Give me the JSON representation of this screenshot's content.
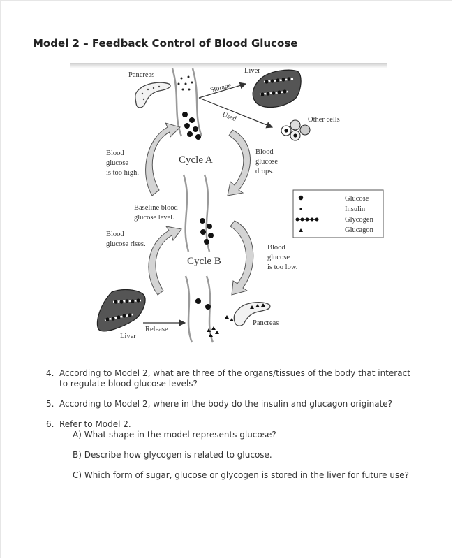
{
  "title": "Model 2 – Feedback Control of Blood Glucose",
  "figure": {
    "pancreas_top": "Pancreas",
    "liver_top": "Liver",
    "storage": "Storage",
    "used": "Used",
    "other_cells": "Other cells",
    "blood_glucose_high": [
      "Blood",
      "glucose",
      "is too high."
    ],
    "cycle_a": "Cycle A",
    "blood_glucose_drops": [
      "Blood",
      "glucose",
      "drops."
    ],
    "baseline": [
      "Baseline blood",
      "glucose level."
    ],
    "blood_glucose_rises": [
      "Blood",
      "glucose rises."
    ],
    "cycle_b": "Cycle B",
    "blood_glucose_low": [
      "Blood",
      "glucose",
      "is too low."
    ],
    "release": "Release",
    "liver_bottom": "Liver",
    "pancreas_bottom": "Pancreas",
    "legend": [
      "Glucose",
      "Insulin",
      "Glycogen",
      "Glucagon"
    ]
  },
  "questions": {
    "q4": {
      "num": "4.",
      "line1": "According to Model 2, what are three of the organs/tissues of the body that interact",
      "line2": "to regulate blood glucose levels?"
    },
    "q5": {
      "num": "5.",
      "text": "According to Model 2, where in the body do the insulin and glucagon originate?"
    },
    "q6": {
      "num": "6.",
      "text": "Refer to Model 2.",
      "a": "A)  What shape in the model represents glucose?",
      "b": "B)  Describe how glycogen is related to glucose.",
      "c": "C)  Which form of sugar, glucose or glycogen is stored in the liver for future use?"
    }
  },
  "colors": {
    "organ_fill": "#555555",
    "arrow_fill": "#d4d4d4",
    "vessel_stroke": "#999999"
  }
}
